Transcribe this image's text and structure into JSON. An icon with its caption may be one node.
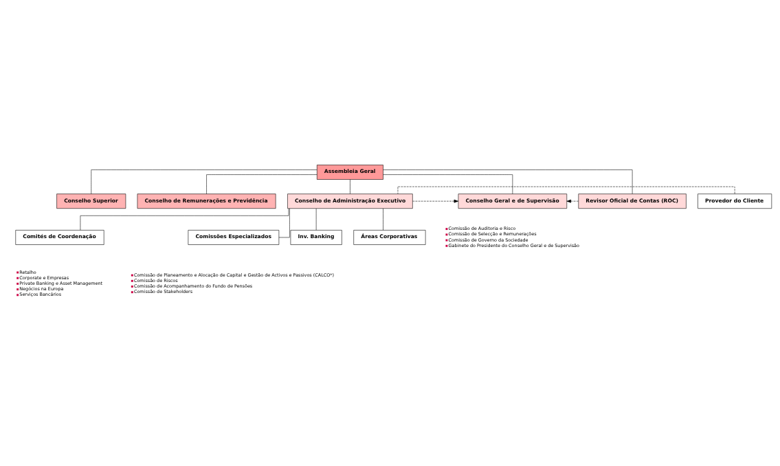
{
  "diagram": {
    "nodes": [
      {
        "text": [
          "Assembleia Geral"
        ]
      },
      {
        "text": [
          "Conselho Superior"
        ]
      },
      {
        "text": [
          "Conselho de Remunerações e Previdência"
        ]
      },
      {
        "text": [
          "Provedor do Cliente"
        ]
      },
      {
        "text": [
          "Conselho de Administração Executivo"
        ]
      },
      {
        "text": [
          "Conselho Geral e de Supervisão"
        ],
        "beside": [
          "Comissão de Auditoria e Risco",
          "Comissão de Selecção e Remunerações",
          "Comissão de Governo da Sociedade",
          "Gabinete do Presidente do Conselho Geral e de Supervisão"
        ]
      },
      {
        "text": [
          "Revisor Oficial de Contas (ROC)"
        ]
      },
      {
        "text": [
          "Comités de Coordenação"
        ],
        "beside": [
          "Retalho",
          "Corporate e Empresas",
          "Private Banking e Asset Management",
          "Negócios na Europa",
          "Serviços Bancários"
        ]
      },
      {
        "text": [
          "Comissões Especializados"
        ],
        "beside": [
          "Comissão de Planeamento e Alocação de Capital e Gestão de Activos e Passivos (CALCO*)",
          "Comissão de Riscos",
          "Comissão de Acompanhamento do Fundo de Pensões",
          "Comissão de Stakeholders"
        ]
      },
      {
        "text": [
          "Inv. Banking"
        ]
      },
      {
        "text": [
          "Áreas Corporativas"
        ]
      }
    ],
    "edges": [
      {
        "from": 0,
        "to": 1,
        "arrow": "none"
      },
      {
        "from": 0,
        "to": 2,
        "arrow": "none"
      },
      {
        "from": 0,
        "to": 4,
        "arrow": "none"
      },
      {
        "from": 0,
        "to": 5,
        "arrow": "none"
      },
      {
        "from": 0,
        "to": 6,
        "arrow": "none"
      },
      {
        "from": 3,
        "to": 4,
        "arrow": "none",
        "style": "dashed"
      },
      {
        "from": 4,
        "to": 5,
        "arrow": "to",
        "style": "dashed"
      },
      {
        "from": 6,
        "to": 5,
        "arrow": "to",
        "style": "dashed"
      },
      {
        "from": 4,
        "to": 7,
        "arrow": "none"
      },
      {
        "from": 4,
        "to": 8,
        "arrow": "none"
      },
      {
        "from": 4,
        "to": 9,
        "arrow": "none"
      },
      {
        "from": 4,
        "to": 10,
        "arrow": "none"
      }
    ]
  }
}
